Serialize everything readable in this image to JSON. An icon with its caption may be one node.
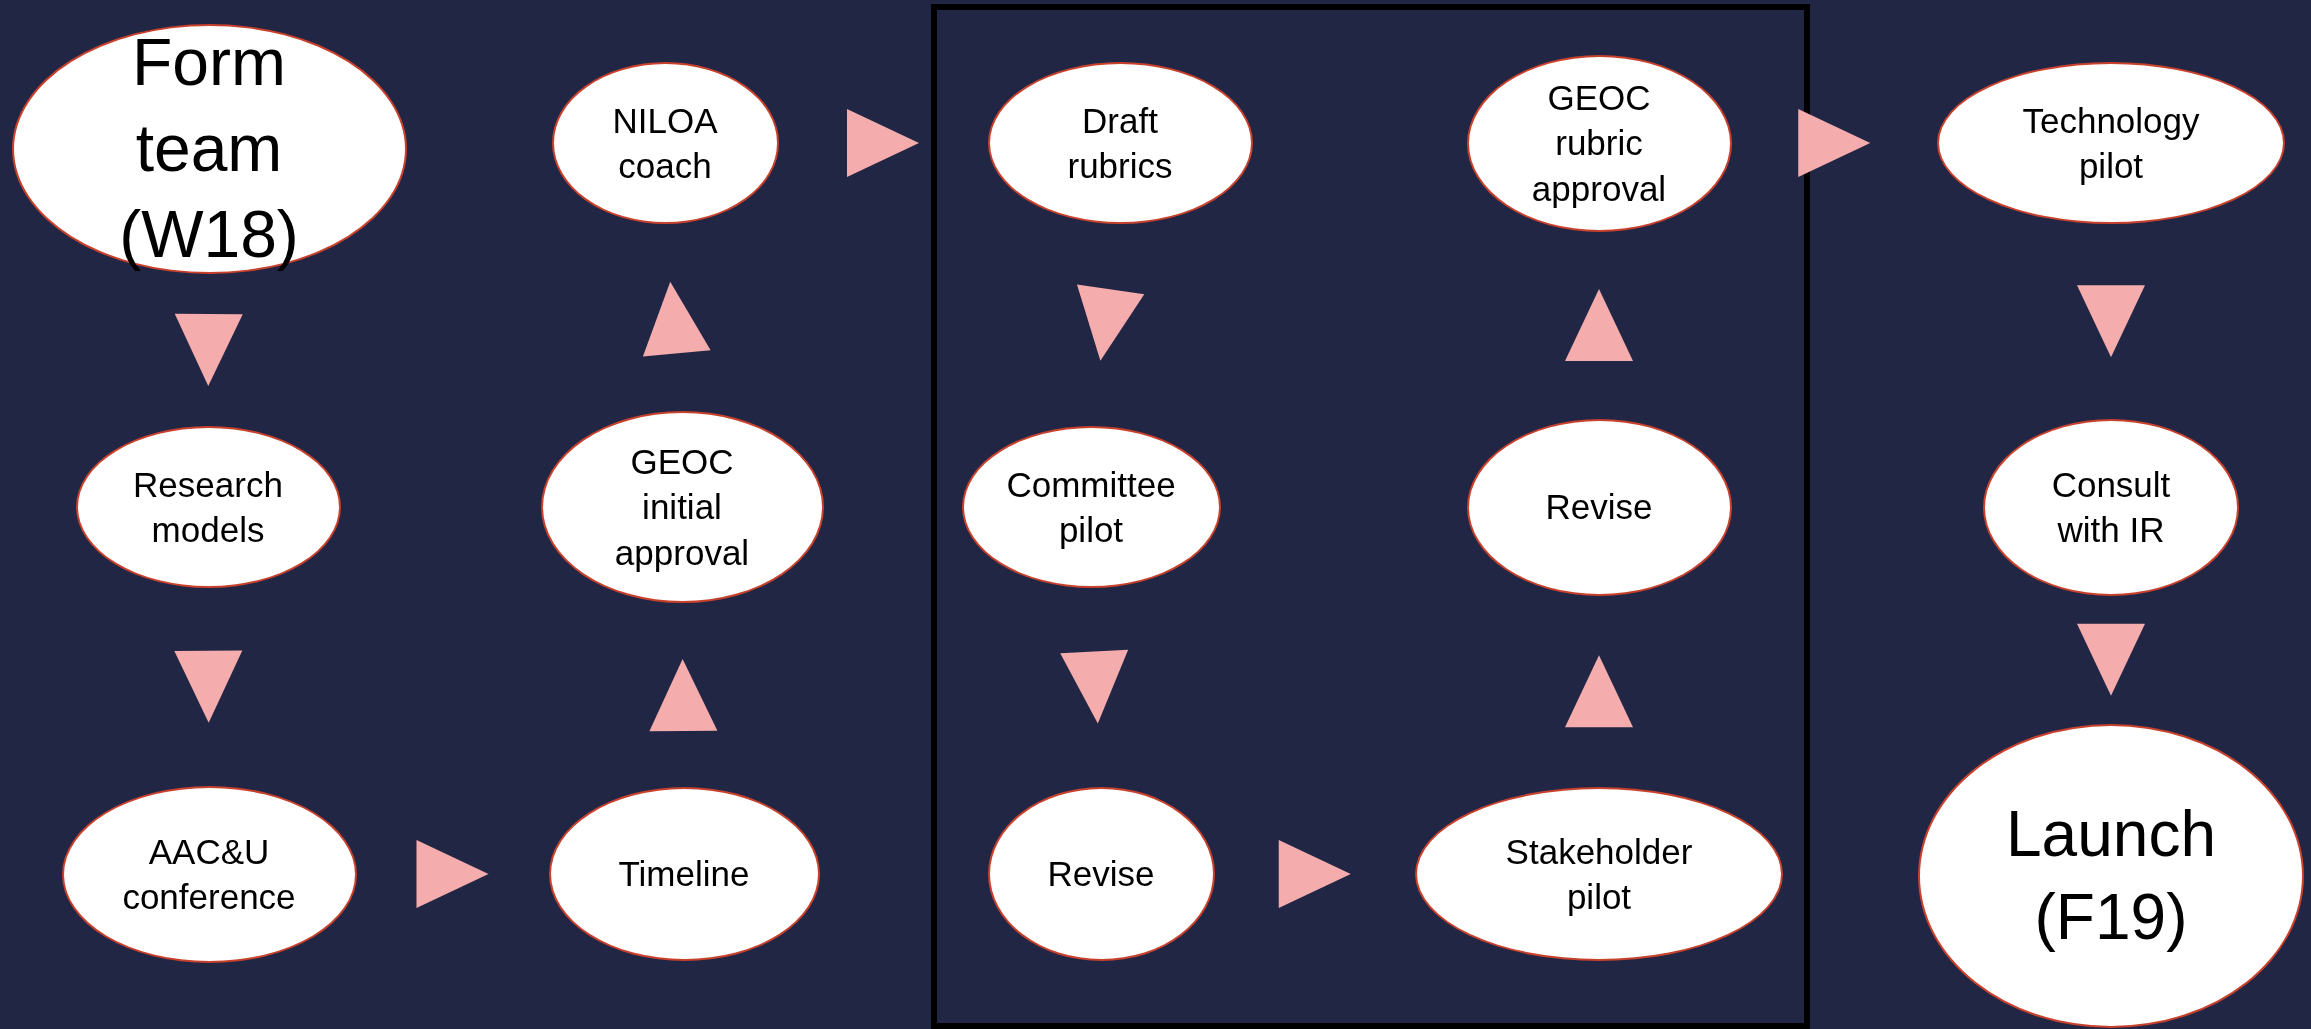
{
  "diagram": {
    "nodes": [
      {
        "text": [
          "Form team (W18)"
        ]
      },
      {
        "text": [
          "Research models"
        ]
      },
      {
        "text": [
          "AAC&U conference"
        ]
      },
      {
        "text": [
          "Timeline"
        ]
      },
      {
        "text": [
          "GEOC initial approval"
        ]
      },
      {
        "text": [
          "NILOA coach"
        ]
      },
      {
        "text": [
          "Draft rubrics"
        ]
      },
      {
        "text": [
          "Committee pilot"
        ]
      },
      {
        "text": [
          "Revise"
        ]
      },
      {
        "text": [
          "Stakeholder pilot"
        ]
      },
      {
        "text": [
          "Revise"
        ]
      },
      {
        "text": [
          "GEOC rubric approval"
        ]
      },
      {
        "text": [
          "Technology pilot"
        ]
      },
      {
        "text": [
          "Consult with IR"
        ]
      },
      {
        "text": [
          "Launch (F19)"
        ]
      }
    ],
    "edges": [
      {
        "from": 0,
        "to": 1,
        "arrow": "to"
      },
      {
        "from": 1,
        "to": 2,
        "arrow": "to"
      },
      {
        "from": 2,
        "to": 3,
        "arrow": "to"
      },
      {
        "from": 3,
        "to": 4,
        "arrow": "to"
      },
      {
        "from": 4,
        "to": 5,
        "arrow": "to"
      },
      {
        "from": 5,
        "to": 6,
        "arrow": "to"
      },
      {
        "from": 6,
        "to": 7,
        "arrow": "to"
      },
      {
        "from": 7,
        "to": 8,
        "arrow": "to"
      },
      {
        "from": 8,
        "to": 9,
        "arrow": "to"
      },
      {
        "from": 9,
        "to": 10,
        "arrow": "to"
      },
      {
        "from": 10,
        "to": 11,
        "arrow": "to"
      },
      {
        "from": 11,
        "to": 12,
        "arrow": "to"
      },
      {
        "from": 12,
        "to": 13,
        "arrow": "to"
      },
      {
        "from": 13,
        "to": 14,
        "arrow": "to"
      }
    ]
  }
}
